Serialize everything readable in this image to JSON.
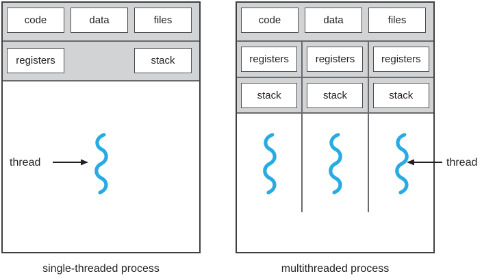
{
  "colors": {
    "panel_gray": "#d2d3d5",
    "outer_border": "#3f4041",
    "divider": "#696a6d",
    "box_border": "#4c4d4f",
    "thread_blue": "#29abe2",
    "text": "#231f20",
    "background": "#ffffff"
  },
  "left_process": {
    "memory_sections": [
      "code",
      "data",
      "files"
    ],
    "registers_label": "registers",
    "stack_label": "stack",
    "thread_label": "thread",
    "thread_count": 1,
    "caption": "single-threaded process"
  },
  "right_process": {
    "memory_sections": [
      "code",
      "data",
      "files"
    ],
    "thread_columns": [
      {
        "registers": "registers",
        "stack": "stack"
      },
      {
        "registers": "registers",
        "stack": "stack"
      },
      {
        "registers": "registers",
        "stack": "stack"
      }
    ],
    "thread_label": "thread",
    "thread_count": 3,
    "caption": "multithreaded process"
  }
}
